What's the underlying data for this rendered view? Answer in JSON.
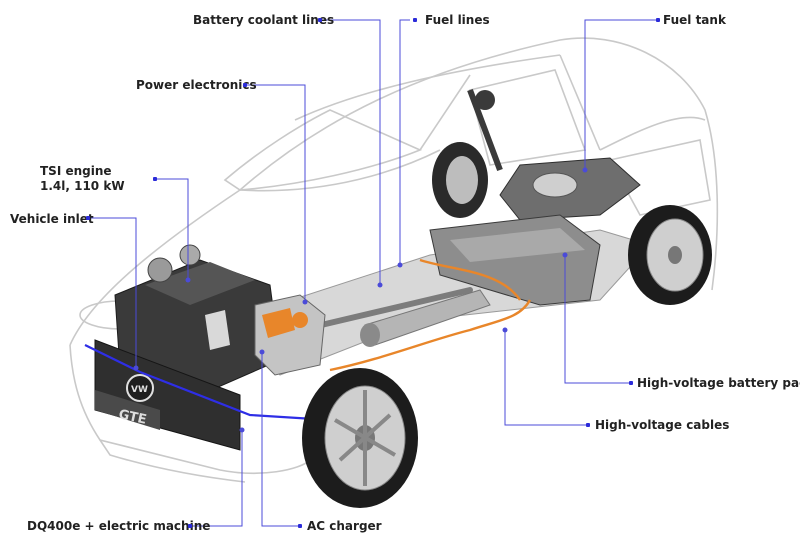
{
  "colors": {
    "leader": "#4b4bd8",
    "highlight": "#2e2ee6",
    "cable": "#e8862a",
    "body_line": "#c9c9c9",
    "dark_part": "#3a3a3a",
    "label": "#222222"
  },
  "labels": {
    "battery_coolant_lines": "Battery coolant lines",
    "fuel_lines": "Fuel lines",
    "fuel_tank": "Fuel tank",
    "power_electronics": "Power electronics",
    "tsi_engine_line1": "TSI engine",
    "tsi_engine_line2": "1.4l, 110 kW",
    "vehicle_inlet": "Vehicle inlet",
    "hv_battery_pack": "High-voltage battery pack",
    "hv_cables": "High-voltage cables",
    "dq400e": "DQ400e + electric machine",
    "ac_charger": "AC charger"
  },
  "badge": {
    "grille_text": "GTE",
    "logo_text": "VW"
  }
}
